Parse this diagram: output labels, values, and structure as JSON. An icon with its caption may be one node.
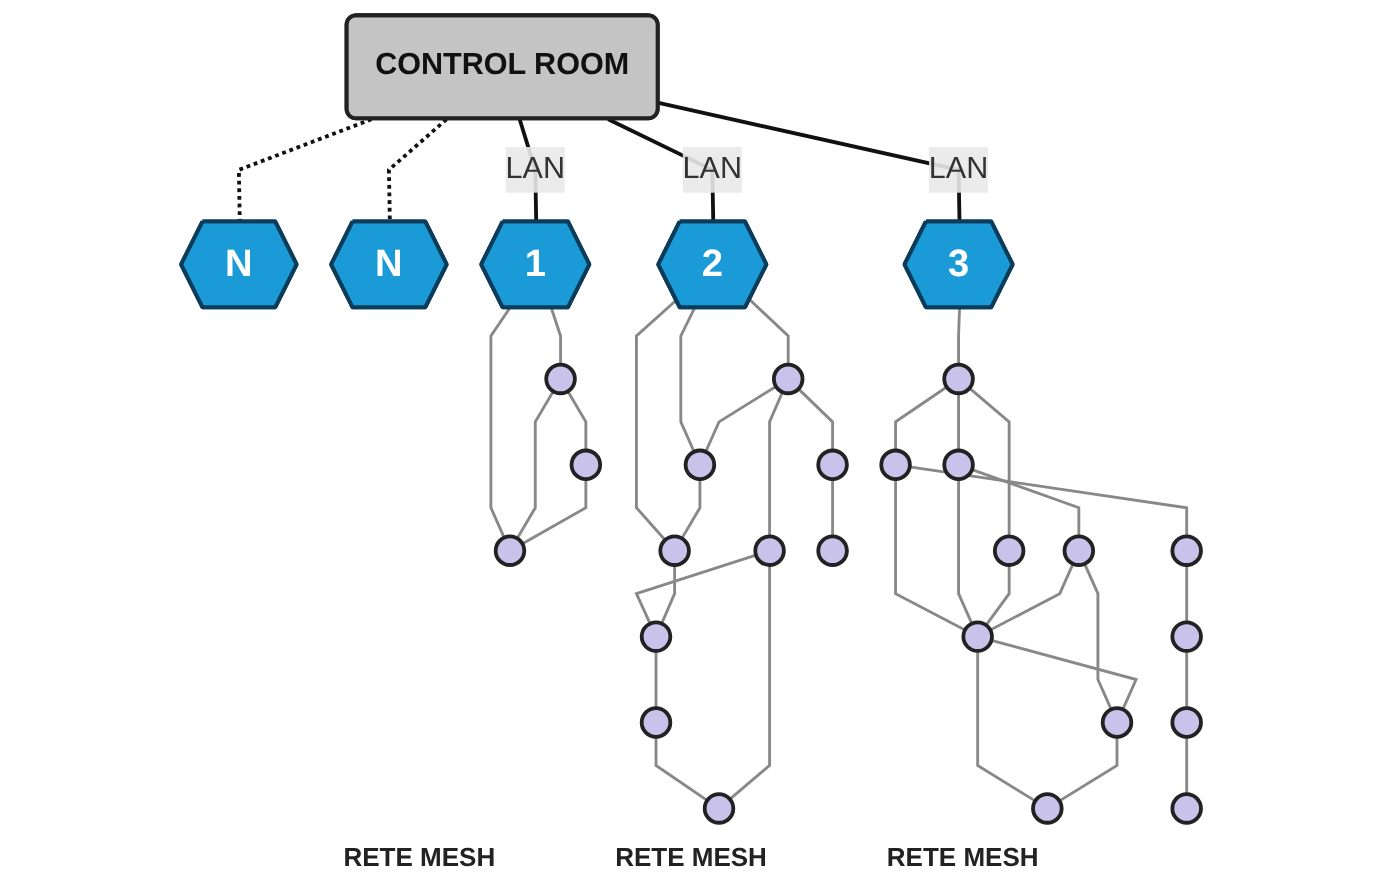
{
  "diagram": {
    "nodes": [
      {
        "text": [
          "CONTROL ROOM"
        ]
      },
      {
        "text": [
          "N"
        ]
      },
      {
        "text": [
          "N"
        ]
      },
      {
        "text": [
          "1"
        ]
      },
      {
        "text": [
          "2"
        ]
      },
      {
        "text": [
          "3"
        ]
      },
      {
        "text": [],
        "shape": "circle"
      },
      {
        "text": [],
        "shape": "circle"
      },
      {
        "text": [],
        "shape": "circle"
      },
      {
        "text": [],
        "shape": "circle"
      },
      {
        "text": [],
        "shape": "circle"
      },
      {
        "text": [],
        "shape": "circle"
      },
      {
        "text": [],
        "shape": "circle"
      },
      {
        "text": [],
        "shape": "circle"
      },
      {
        "text": [],
        "shape": "circle"
      },
      {
        "text": [],
        "shape": "circle"
      },
      {
        "text": [],
        "shape": "circle"
      },
      {
        "text": [],
        "shape": "circle"
      },
      {
        "text": [],
        "shape": "circle"
      },
      {
        "text": [],
        "shape": "circle"
      },
      {
        "text": [],
        "shape": "circle"
      },
      {
        "text": [],
        "shape": "circle"
      },
      {
        "text": [],
        "shape": "circle"
      },
      {
        "text": [],
        "shape": "circle"
      },
      {
        "text": [],
        "shape": "circle"
      },
      {
        "text": [],
        "shape": "circle"
      },
      {
        "text": [],
        "shape": "circle"
      },
      {
        "text": [],
        "shape": "circle"
      },
      {
        "text": [],
        "shape": "circle"
      },
      {
        "text": [],
        "shape": "circle"
      }
    ],
    "edges": [
      {
        "from": 0,
        "to": 1,
        "arrow": "none",
        "style": "dashed",
        "color": "#111111"
      },
      {
        "from": 0,
        "to": 2,
        "arrow": "none",
        "style": "dashed",
        "color": "#111111"
      },
      {
        "from": 0,
        "to": 3,
        "arrow": "none",
        "label": "LAN",
        "color": "#111111"
      },
      {
        "from": 0,
        "to": 4,
        "arrow": "none",
        "label": "LAN",
        "color": "#111111"
      },
      {
        "from": 0,
        "to": 5,
        "arrow": "none",
        "label": "LAN",
        "color": "#111111"
      },
      {
        "from": 3,
        "to": 6,
        "arrow": "none"
      },
      {
        "from": 3,
        "to": 8,
        "arrow": "none"
      },
      {
        "from": 6,
        "to": 7,
        "arrow": "none"
      },
      {
        "from": 6,
        "to": 8,
        "arrow": "none"
      },
      {
        "from": 7,
        "to": 8,
        "arrow": "none"
      },
      {
        "from": 4,
        "to": 9,
        "arrow": "none"
      },
      {
        "from": 4,
        "to": 10,
        "arrow": "none"
      },
      {
        "from": 4,
        "to": 11,
        "arrow": "none"
      },
      {
        "from": 9,
        "to": 10,
        "arrow": "none"
      },
      {
        "from": 10,
        "to": 11,
        "arrow": "none"
      },
      {
        "from": 9,
        "to": 12,
        "arrow": "none"
      },
      {
        "from": 9,
        "to": 13,
        "arrow": "none"
      },
      {
        "from": 12,
        "to": 15,
        "arrow": "none"
      },
      {
        "from": 13,
        "to": 14,
        "arrow": "none"
      },
      {
        "from": 11,
        "to": 14,
        "arrow": "none"
      },
      {
        "from": 14,
        "to": 16,
        "arrow": "none"
      },
      {
        "from": 16,
        "to": 17,
        "arrow": "none"
      },
      {
        "from": 13,
        "to": 17,
        "arrow": "none"
      },
      {
        "from": 5,
        "to": 18,
        "arrow": "none"
      },
      {
        "from": 18,
        "to": 19,
        "arrow": "none"
      },
      {
        "from": 18,
        "to": 20,
        "arrow": "none"
      },
      {
        "from": 18,
        "to": 21,
        "arrow": "none"
      },
      {
        "from": 19,
        "to": 23,
        "arrow": "none"
      },
      {
        "from": 19,
        "to": 26,
        "arrow": "none"
      },
      {
        "from": 20,
        "to": 22,
        "arrow": "none"
      },
      {
        "from": 20,
        "to": 23,
        "arrow": "none"
      },
      {
        "from": 21,
        "to": 23,
        "arrow": "none"
      },
      {
        "from": 22,
        "to": 23,
        "arrow": "none"
      },
      {
        "from": 22,
        "to": 24,
        "arrow": "none"
      },
      {
        "from": 23,
        "to": 24,
        "arrow": "none"
      },
      {
        "from": 23,
        "to": 25,
        "arrow": "none"
      },
      {
        "from": 24,
        "to": 25,
        "arrow": "none"
      },
      {
        "from": 26,
        "to": 27,
        "arrow": "none"
      },
      {
        "from": 27,
        "to": 28,
        "arrow": "none"
      },
      {
        "from": 28,
        "to": 29,
        "arrow": "none"
      }
    ],
    "labels": [
      "RETE MESH",
      "RETE MESH",
      "RETE MESH"
    ]
  }
}
